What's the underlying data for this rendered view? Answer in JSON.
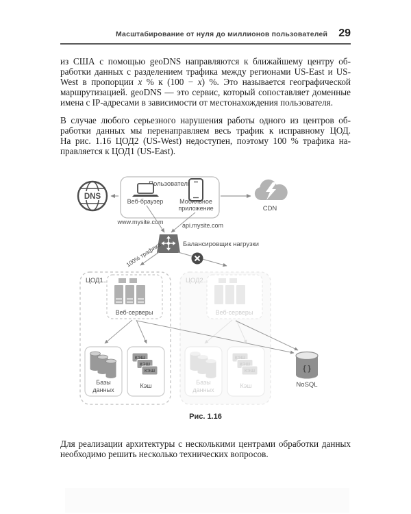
{
  "header": {
    "title": "Масштабирование от нуля до миллионов пользователей",
    "page_number": "29"
  },
  "paragraphs": {
    "p1": {
      "l1": "из США с помощью geoDNS направляются к ближайшему центру об-",
      "l2": "работки данных с разделением трафика между регионами US-East и US-",
      "l3a": "West в пропорции ",
      "l3v1": "x",
      "l3b": " % к (100 − ",
      "l3v2": "x",
      "l3c": ") %. Это называется географической",
      "l4": "маршрутизацией. geoDNS — это сервис, который сопоставляет доменные",
      "l5": "имена с IP-адресами в зависимости от местонахождения пользователя."
    },
    "p2": {
      "l1": "В случае любого серьезного нарушения работы одного из центров об-",
      "l2": "работки данных мы перенаправляем весь трафик к исправному ЦОД.",
      "l3": "На рис. 1.16 ЦОД2 (US-West) недоступен, поэтому 100 % трафика на-",
      "l4": "правляется к ЦОД1 (US-East)."
    },
    "p3": {
      "l1": "Для реализации архитектуры с несколькими центрами обработки данных",
      "l2": "необходимо решить несколько технических вопросов."
    }
  },
  "figure": {
    "caption": "Рис. 1.16",
    "labels": {
      "dns": "DNS",
      "user": "Пользователь",
      "web_browser": "Веб-браузер",
      "mobile_app_line1": "Мобильное",
      "mobile_app_line2": "приложение",
      "cdn": "CDN",
      "www_domain": "www.mysite.com",
      "api_domain": "api.mysite.com",
      "load_balancer": "Балансировщик нагрузки",
      "traffic": "100% трафика",
      "dc1": "ЦОД1...",
      "dc2": "ЦОД2...",
      "web_servers": "Веб-серверы",
      "databases_line1": "Базы",
      "databases_line2": "данных",
      "cache": "Кэш",
      "cache_chip": "КЭШ",
      "nosql": "NoSQL",
      "nosql_braces": "{ }"
    },
    "icons": {
      "dns": "globe-dns-icon",
      "browser": "laptop-icon",
      "mobile": "smartphone-icon",
      "cdn": "cloud-lightning-icon",
      "load_balancer": "load-balancer-trapezoid-icon",
      "failover": "x-circle-icon",
      "web_servers": "server-rack-icon",
      "databases": "database-cylinders-icon",
      "cache": "cache-chips-icon",
      "nosql": "nosql-cylinder-icon"
    }
  },
  "colors": {
    "text": "#1d1d1d",
    "header_rule": "#595959",
    "icon_dark": "#4c4c4c",
    "icon_mid": "#6e6e6e",
    "icon_light": "#b3b3b3",
    "dashed_border": "#c7c7c7",
    "arrow": "#949494",
    "faded_dc_opacity": "0.27"
  }
}
